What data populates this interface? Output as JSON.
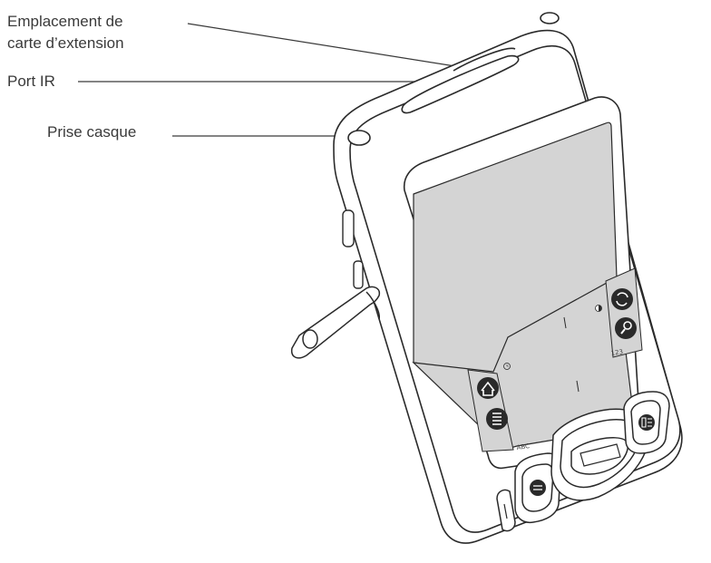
{
  "labels": {
    "card_slot_line1": "Emplacement de",
    "card_slot_line2": "carte d’extension",
    "ir_port": "Port IR",
    "headphone_jack": "Prise casque"
  },
  "graffiti": {
    "letters_tag": "ABC",
    "numbers_tag": "123"
  },
  "icons": {
    "home": "home-icon",
    "menu": "menu-icon",
    "sync": "sync-icon",
    "find": "find-icon",
    "clock": "clock-icon",
    "contrast": "contrast-icon",
    "calendar_button": "calendar-icon",
    "contacts_button": "contacts-icon",
    "navigator": "navigator-icon",
    "power_button": "power-icon",
    "stylus": "stylus-icon"
  },
  "colors": {
    "outline": "#2a2a2a",
    "screen": "#d4d4d4",
    "icon_fill": "#2a2a2a",
    "leader_line": "#3a3a3a"
  }
}
